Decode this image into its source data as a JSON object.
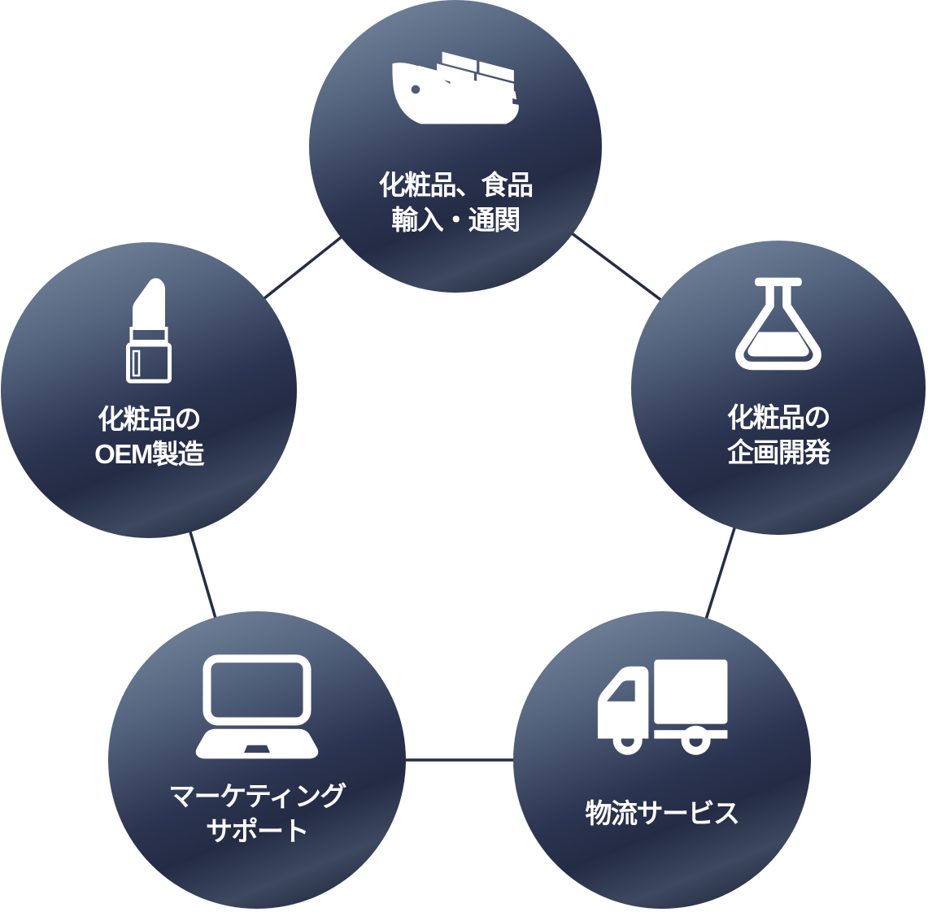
{
  "theme": {
    "background": "#ffffff",
    "circle-light": "#7b8da3",
    "circle-mid": "#55657f",
    "circle-dark": "#2b3450",
    "circle-darker": "#242b45",
    "circle-sheen": "#3d4960",
    "circle-deep": "#1f263c",
    "line": "#242c47",
    "text": "#ffffff",
    "icon": "#ffffff"
  },
  "nodes": {
    "import": {
      "icon": "cargo-ship-icon",
      "line1": "化粧品、食品",
      "line2": "輸入・通関"
    },
    "development": {
      "icon": "flask-icon",
      "line1": "化粧品の",
      "line2": "企画開発"
    },
    "oem": {
      "icon": "lipstick-icon",
      "line1": "化粧品の",
      "line2": "OEM製造"
    },
    "marketing": {
      "icon": "laptop-icon",
      "line1": "マーケティング",
      "line2": "サポート"
    },
    "logistics": {
      "icon": "truck-icon",
      "line1": "物流サービス"
    }
  }
}
